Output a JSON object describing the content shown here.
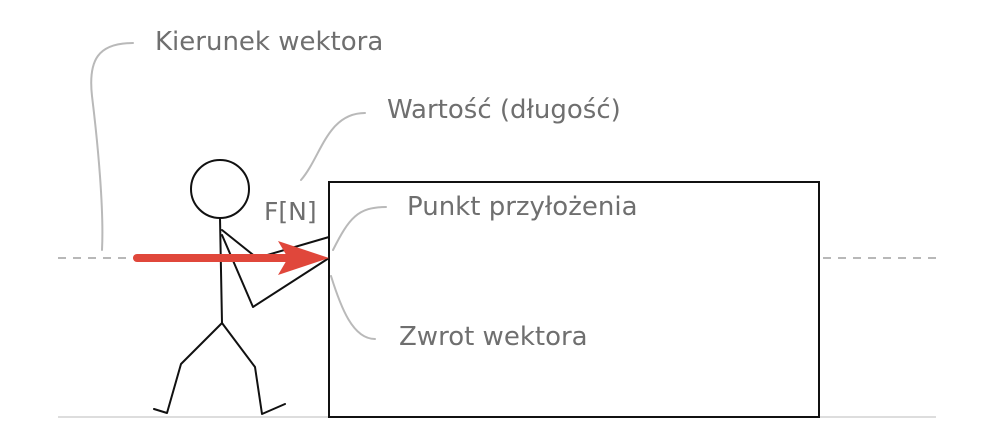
{
  "labels": {
    "direction": "Kierunek wektora",
    "magnitude": "Wartość (długość)",
    "application_point": "Punkt przyłożenia",
    "sense": "Zwrot wektora",
    "unit": "F[N]"
  },
  "icons": {
    "person": "stick-figure-icon",
    "box": "box-rectangle",
    "force": "force-arrow-icon"
  },
  "colors": {
    "vector": "#e0473b",
    "text": "#6f6f6f",
    "leader": "#b9b9b9",
    "axis": "#b8b8b8",
    "ground": "#dddddd",
    "outline": "#111111"
  }
}
